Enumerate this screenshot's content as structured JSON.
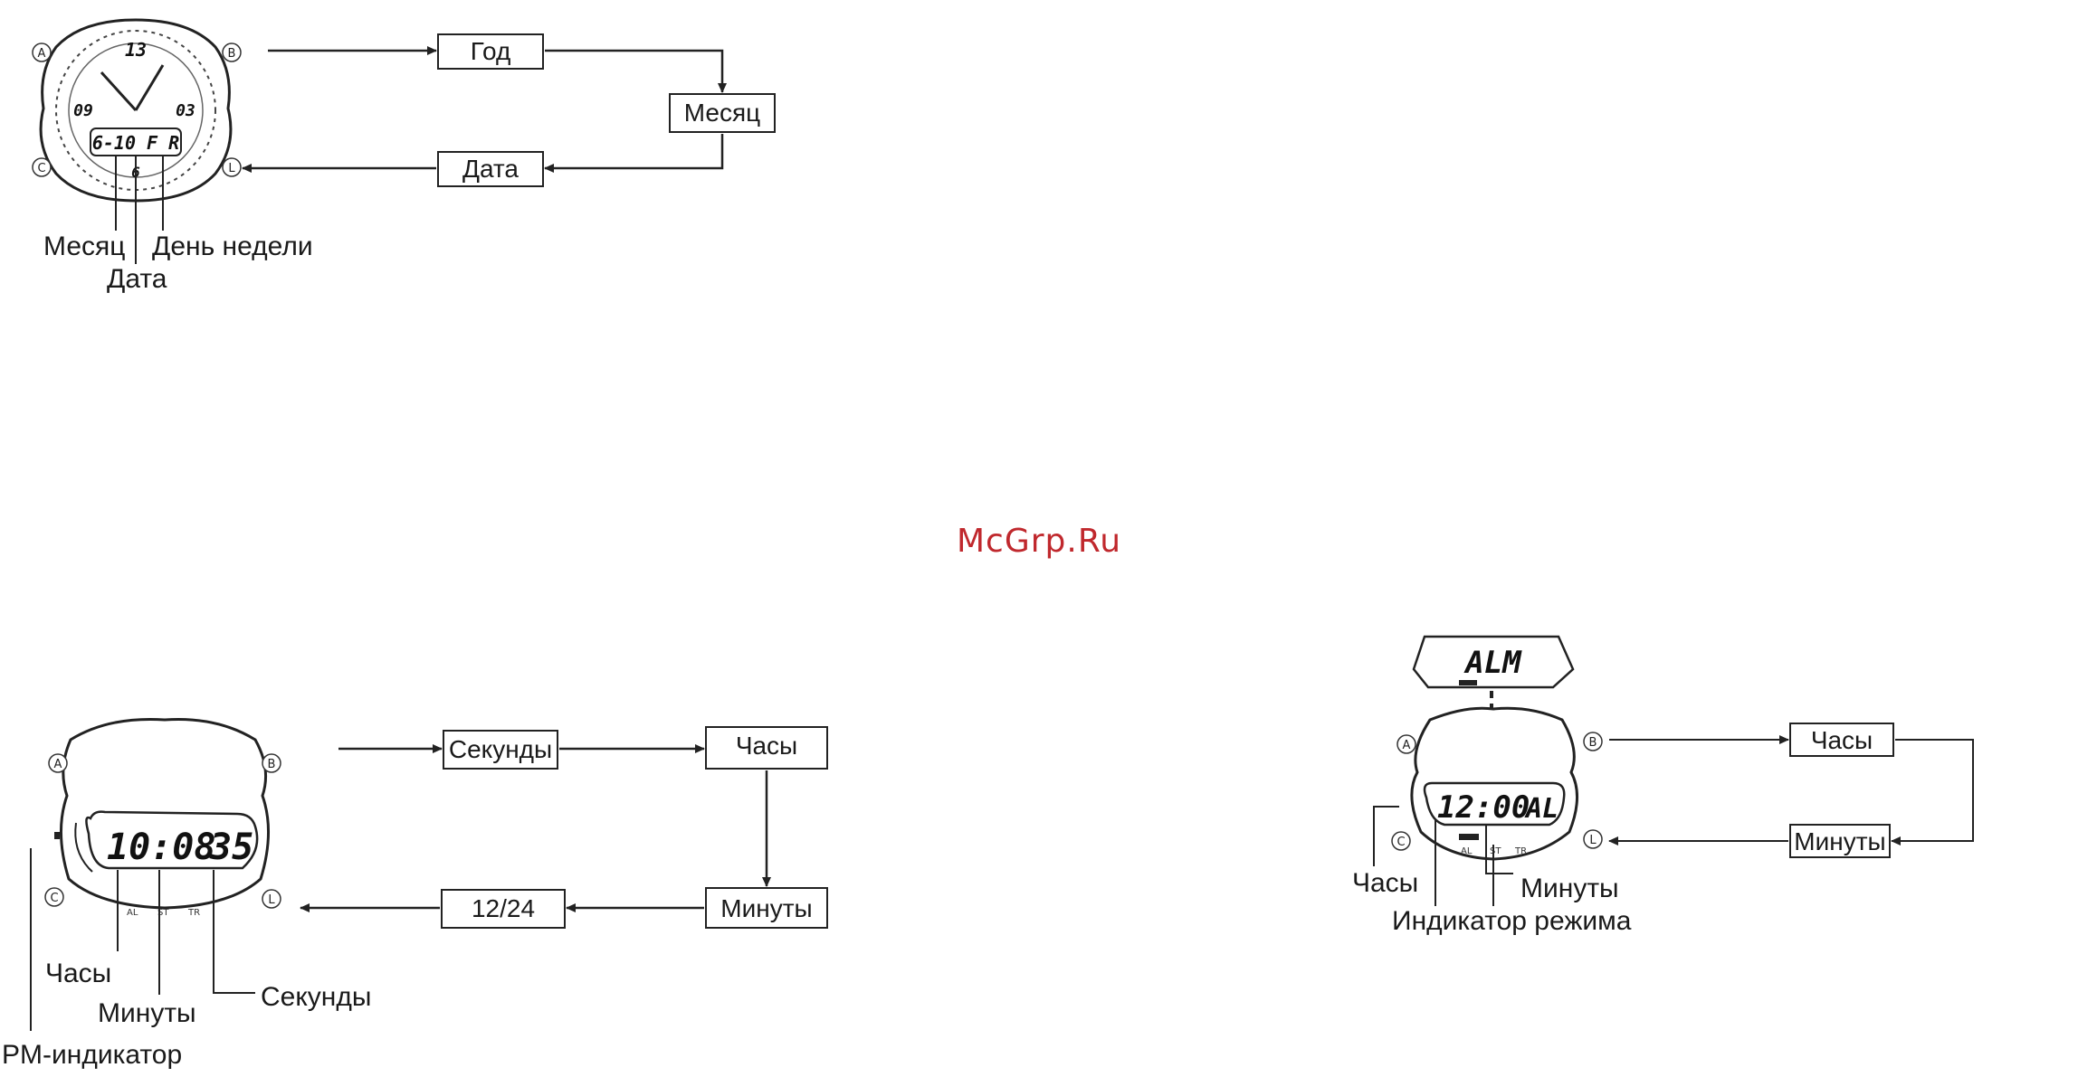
{
  "watermark": "McGrp.Ru",
  "date_setting": {
    "steps": [
      "Год",
      "Месяц",
      "Дата"
    ],
    "labels": {
      "month": "Месяц",
      "date": "Дата",
      "weekday": "День недели"
    },
    "watch_display": {
      "top": "13",
      "left": "09",
      "right": "03",
      "bottom": "6-10 F R",
      "small": "6"
    }
  },
  "time_setting": {
    "steps": [
      "Секунды",
      "Часы",
      "Минуты",
      "12/24"
    ],
    "labels": {
      "hours": "Часы",
      "minutes": "Минуты",
      "seconds": "Секунды",
      "pm": "PM-индикатор"
    },
    "watch_display": {
      "main": "10:08",
      "seconds": "35",
      "indicators": [
        "AL",
        "ST",
        "TR"
      ]
    }
  },
  "alarm_setting": {
    "steps": [
      "Часы",
      "Минуты"
    ],
    "labels": {
      "hours": "Часы",
      "minutes": "Минуты",
      "mode": "Индикатор режима"
    },
    "mode_display": "ALM",
    "watch_display": {
      "main": "12:00",
      "suffix": "AL",
      "indicators": [
        "AL",
        "ST",
        "TR"
      ]
    }
  },
  "buttons": {
    "a": "A",
    "b": "B",
    "c": "C",
    "l": "L"
  }
}
